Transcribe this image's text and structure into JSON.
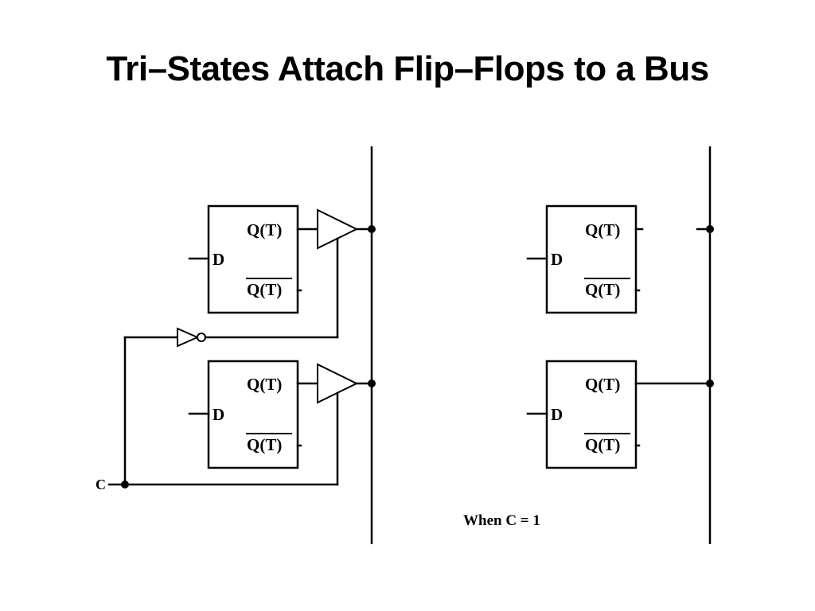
{
  "slide": {
    "title": "Tri–States Attach Flip–Flops to a Bus"
  },
  "diagram": {
    "flipflop": {
      "d_label": "D",
      "q_label": "Q(T)",
      "qbar_label": "Q(T)"
    },
    "control_label": "C",
    "caption": "When C = 1"
  },
  "colors": {
    "ink": "#000000",
    "background": "#ffffff"
  }
}
